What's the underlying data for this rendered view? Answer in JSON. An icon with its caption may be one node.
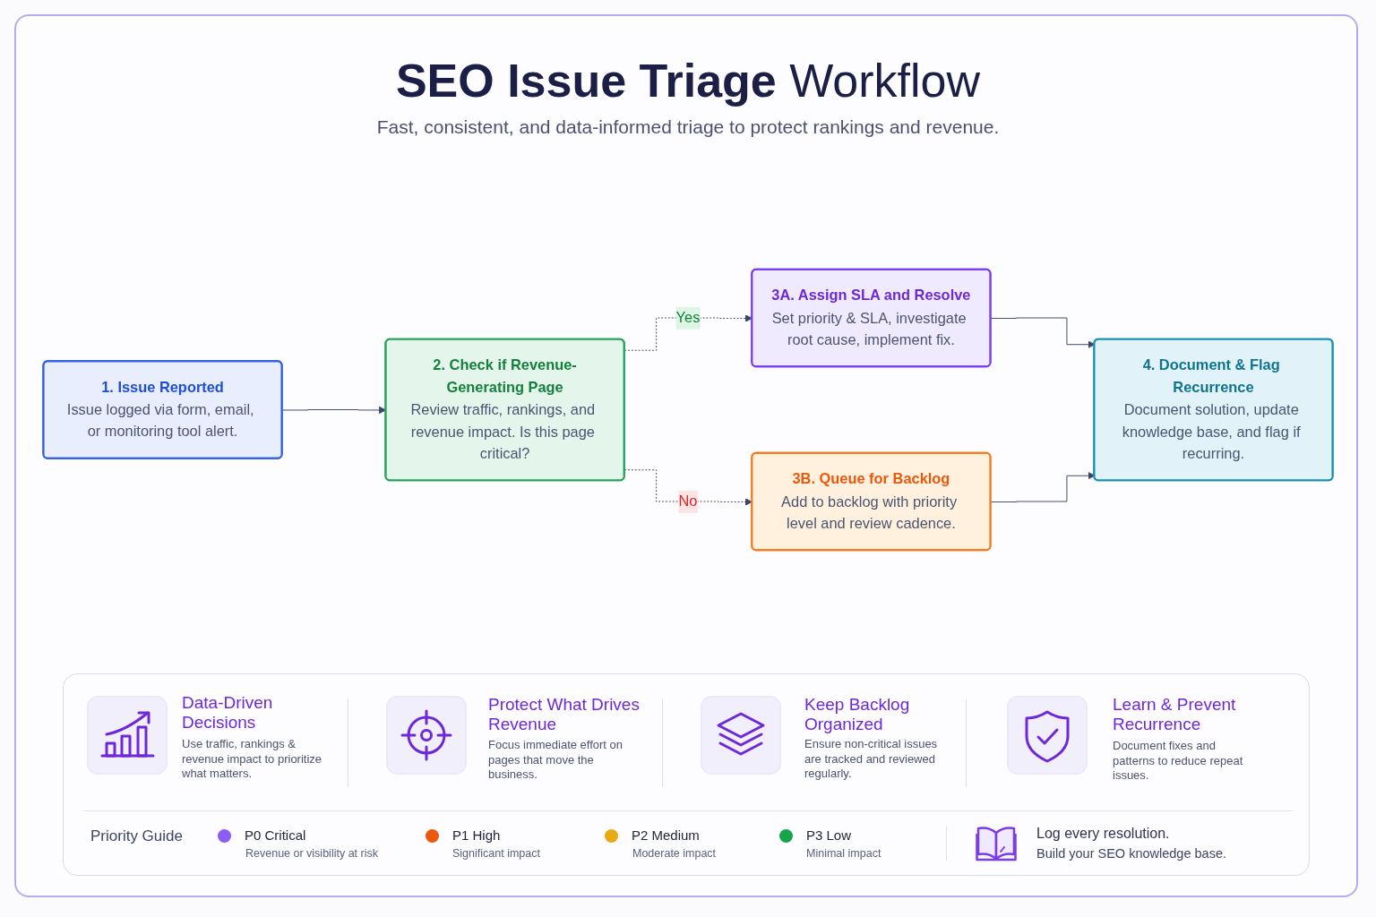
{
  "diagram": {
    "title": "**SEO Issue Triage** Workflow",
    "caption": "Fast, consistent, and data-informed triage to protect rankings and revenue.",
    "nodes": [
      {
        "text": [
          "1. Issue Reported",
          "Issue logged via form, email, or monitoring tool alert."
        ]
      },
      {
        "text": [
          "2. Check if Revenue-Generating Page",
          "Review traffic, rankings, and revenue impact. Is this page critical?"
        ]
      },
      {
        "text": [
          "3A. Assign SLA and Resolve",
          "Set priority & SLA, investigate root cause, implement fix."
        ]
      },
      {
        "text": [
          "3B. Queue for Backlog",
          "Add to backlog with priority level and review cadence."
        ]
      },
      {
        "text": [
          "4. Document & Flag Recurrence",
          "Document solution, update knowledge base, and flag if recurring."
        ]
      }
    ],
    "edges": [
      {
        "from": 0,
        "to": 1,
        "arrow": "to"
      },
      {
        "from": 1,
        "to": 2,
        "arrow": "to",
        "label": "Yes",
        "style": "dashed"
      },
      {
        "from": 1,
        "to": 3,
        "arrow": "to",
        "label": "No",
        "style": "dashed"
      },
      {
        "from": 2,
        "to": 4,
        "arrow": "to"
      },
      {
        "from": 3,
        "to": 4,
        "arrow": "to"
      }
    ],
    "labels": [
      "Data-Driven Decisions",
      "Use traffic, rankings & revenue impact to prioritize what matters.",
      "Protect What Drives Revenue",
      "Focus immediate effort on pages that move the business.",
      "Keep Backlog Organized",
      "Ensure non-critical issues are tracked and reviewed regularly.",
      "Learn & Prevent Recurrence",
      "Document fixes and patterns to reduce repeat issues.",
      "Priority Guide",
      "Revenue or visibility at risk",
      "Significant impact",
      "Moderate impact",
      "Minimal impact",
      "Log every resolution.",
      "Build your SEO knowledge base."
    ],
    "legend": [
      {
        "text": "P0 Critical",
        "color": "#8b5cf6"
      },
      {
        "text": "P1 High",
        "color": "#ea580c"
      },
      {
        "text": "P2 Medium",
        "color": "#e9a912"
      },
      {
        "text": "P3 Low",
        "color": "#16a34a"
      }
    ]
  }
}
